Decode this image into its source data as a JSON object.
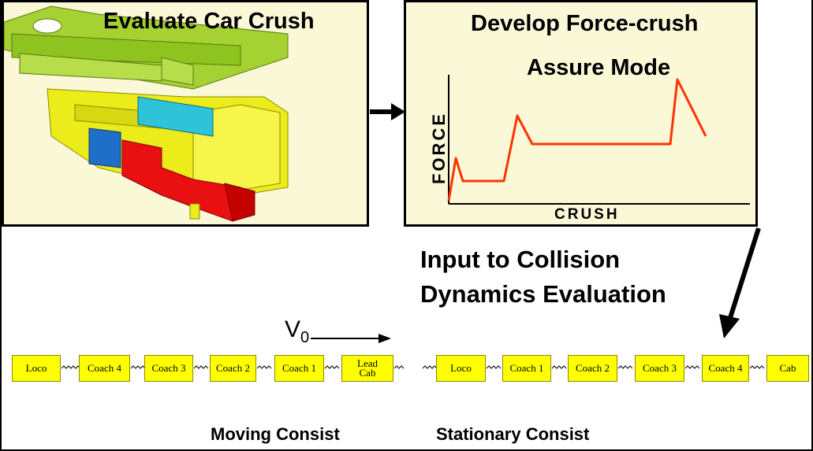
{
  "panels": {
    "car_crush_title": "Evaluate Car Crush",
    "force_crush_title_line1": "Develop Force-crush",
    "force_crush_title_line2": "Assure Mode",
    "force_axis_label": "FORCE",
    "crush_axis_label": "CRUSH"
  },
  "input_text": {
    "line1": "Input to Collision",
    "line2": "Dynamics Evaluation"
  },
  "velocity": {
    "symbol": "V",
    "subscript": "0"
  },
  "moving_consist": {
    "label": "Moving Consist",
    "cars": [
      "Loco",
      "Coach 4",
      "Coach 3",
      "Coach 2",
      "Coach 1",
      "Lead Cab"
    ]
  },
  "stationary_consist": {
    "label": "Stationary Consist",
    "cars": [
      "Loco",
      "Coach 1",
      "Coach 2",
      "Coach 3",
      "Coach 4",
      "Cab"
    ]
  },
  "colors": {
    "panel_bg": "#fbf8d8",
    "curve": "#ff3300",
    "car_fill": "#ffff00"
  }
}
